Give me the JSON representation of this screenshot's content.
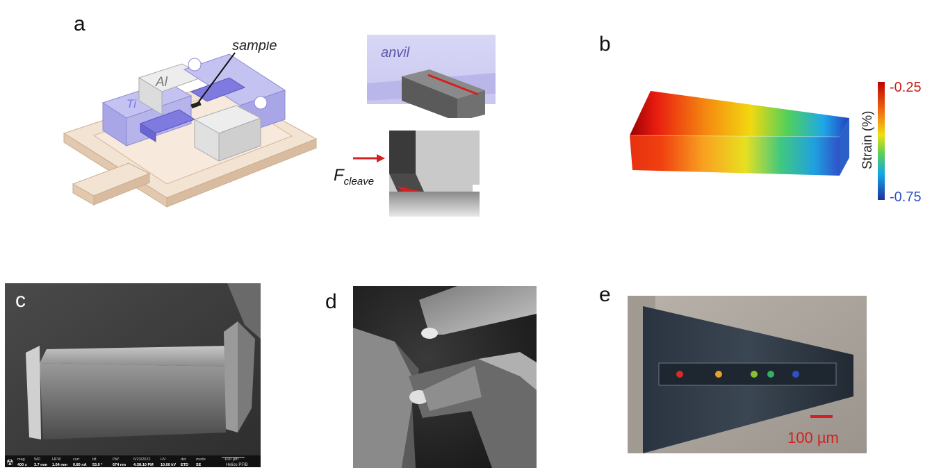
{
  "panels": {
    "a": {
      "label": "a",
      "sample_label": "sample",
      "al_label": "Al",
      "ti_label": "Ti",
      "anvil_label": "anvil",
      "force_main": "F",
      "force_sub": "cleave"
    },
    "b": {
      "label": "b",
      "colorbar_max": "-0.25",
      "colorbar_min": "-0.75",
      "colorbar_title": "Strain (%)"
    },
    "c": {
      "label": "c",
      "info_bar": {
        "headers": [
          "mag",
          "WD",
          "HFW",
          "curr",
          "tilt",
          "PW",
          "6/23/2022",
          "HV",
          "det",
          "mode"
        ],
        "values": [
          "400 x",
          "3.7 mm",
          "1.04 mm",
          "0.80 nA",
          "53.0 °",
          "674 nm",
          "4:38:10 PM",
          "10.00 kV",
          "ETD",
          "SE"
        ],
        "scale_text": "100 µm",
        "instrument": "Helios PFIB"
      }
    },
    "d": {
      "label": "d"
    },
    "e": {
      "label": "e",
      "scale_text": "100 µm"
    }
  },
  "colors": {
    "titanium": "#a9a6e8",
    "aluminum": "#e6e6e6",
    "base": "#f0dcc8",
    "accent_red": "#d42020",
    "colorbar_top": "#c00000",
    "colorbar_bottom": "#2030a0"
  }
}
